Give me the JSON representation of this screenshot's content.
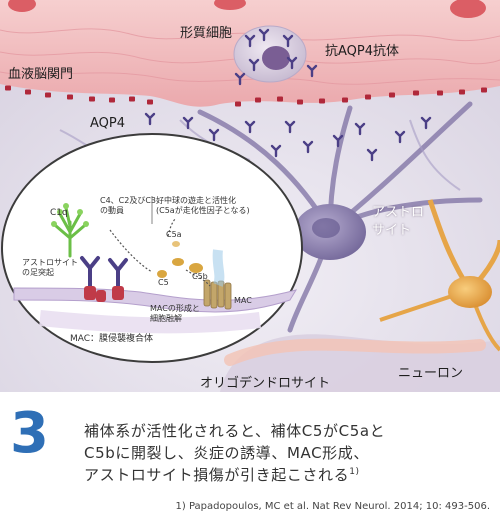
{
  "illustration": {
    "labels": {
      "plasma_cell": "形質細胞",
      "anti_aqp4": "抗AQP4抗体",
      "bbb": "血液脳関門",
      "aqp4": "AQP4",
      "astrocyte": "アストロ\nサイト",
      "neuron": "ニューロン",
      "oligodendrocyte": "オリゴデンドロサイト"
    },
    "inset": {
      "c1q": "C1q",
      "complement_mobilization": "C4、C2及びC3\nの動員",
      "neutrophil": "好中球の遊走と活性化\n(C5aが走化性因子となる)",
      "c5a": "C5a",
      "c5": "C5",
      "c5b": "C5b",
      "astro_foot": "アストロサイト\nの足突起",
      "mac_formation": "MACの形成と\n細胞融解",
      "mac": "MAC",
      "mac_legend": "MAC：膜侵襲複合体"
    }
  },
  "caption": {
    "step_number": "3",
    "lines": [
      "補体系が活性化されると、補体C5がC5aと",
      "C5bに開裂し、炎症の誘導、MAC形成、",
      "アストロサイト損傷が引き起こされる"
    ],
    "ref_mark": "1)",
    "reference": "1) Papadopoulos, MC et al. Nat Rev Neurol. 2014; 10: 493-506."
  },
  "colors": {
    "vessel_pink": "#f3c5c5",
    "tissue": "#e6e2ec",
    "astrocyte": "#8f83b0",
    "neuron": "#e6a548",
    "caption_number": "#2f6fb6",
    "aqp4_red": "#b0283a",
    "antibody": "#4b3f86"
  }
}
